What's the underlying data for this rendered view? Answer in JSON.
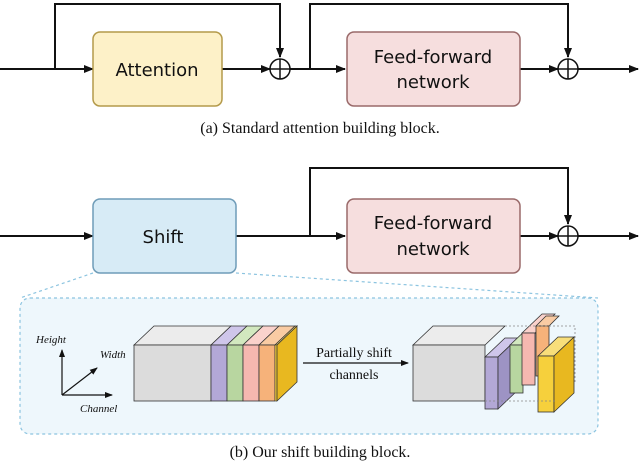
{
  "diagram_a": {
    "attention_label": "Attention",
    "ffn_label_line1": "Feed-forward",
    "ffn_label_line2": "network",
    "caption": "(a) Standard attention building block."
  },
  "diagram_b": {
    "shift_label": "Shift",
    "ffn_label_line1": "Feed-forward",
    "ffn_label_line2": "network",
    "caption": "(b) Our shift building block.",
    "axes": {
      "height": "Height",
      "width": "Width",
      "channel": "Channel"
    },
    "shift_text_line1": "Partially shift",
    "shift_text_line2": "channels"
  },
  "colors": {
    "attention_fill": "#fdf1c8",
    "attention_stroke": "#b49a4a",
    "ffn_fill": "#f6dede",
    "ffn_stroke": "#9a6a6a",
    "shift_fill": "#d7ebf6",
    "shift_stroke": "#6f9cb8",
    "panel_fill": "#eef7fc",
    "panel_stroke": "#8cc4e0",
    "gray_block": "#dcdcdc",
    "purple": "#b3a8d6",
    "green": "#b8d6a0",
    "pink": "#f6b8b0",
    "orange": "#f6b27a",
    "yellow": "#f6d03c"
  }
}
